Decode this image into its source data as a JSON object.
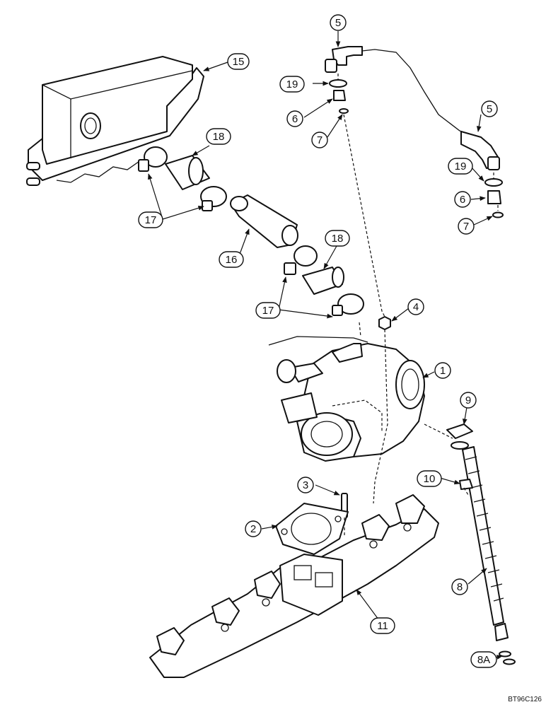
{
  "drawing_code": "BT96C126",
  "callouts": {
    "c1": "1",
    "c2": "2",
    "c3": "3",
    "c4": "4",
    "c5a": "5",
    "c5b": "5",
    "c6a": "6",
    "c6b": "6",
    "c7a": "7",
    "c7b": "7",
    "c8": "8",
    "c8a": "8A",
    "c9": "9",
    "c10": "10",
    "c11": "11",
    "c15": "15",
    "c16": "16",
    "c17a": "17",
    "c17b": "17",
    "c18a": "18",
    "c18b": "18",
    "c19a": "19",
    "c19b": "19"
  }
}
